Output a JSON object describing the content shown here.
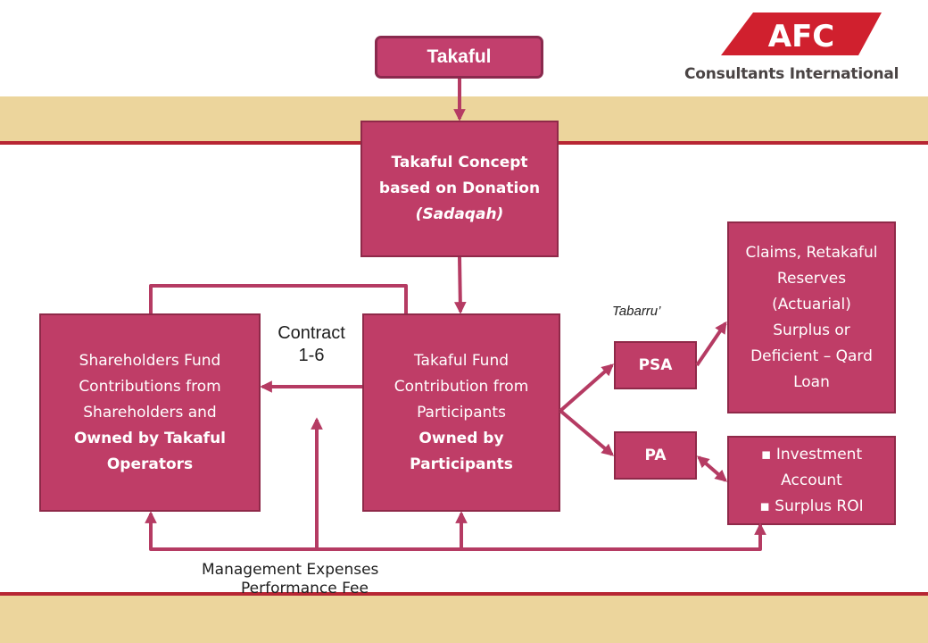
{
  "logo": {
    "badge_text": "AFC",
    "company_name": "Consultants International"
  },
  "title": "Takaful",
  "concept_box": {
    "line1": "Takaful Concept",
    "line2": "based on Donation",
    "line3": "(Sadaqah)"
  },
  "shareholders_box": {
    "line1": "Shareholders Fund",
    "line2": "Contributions from",
    "line3": "Shareholders and",
    "line4": "Owned by Takaful",
    "line5": "Operators"
  },
  "fund_box": {
    "line1": "Takaful Fund",
    "line2": "Contribution from",
    "line3": "Participants",
    "line4": "Owned by",
    "line5": "Participants"
  },
  "psa_box": {
    "label": "PSA"
  },
  "pa_box": {
    "label": "PA"
  },
  "claims_box": {
    "line1": "Claims, Retakaful",
    "line2": "Reserves",
    "line3": "(Actuarial)",
    "line4": "Surplus or",
    "line5": "Deficient – Qard",
    "line6": "Loan"
  },
  "investment_box": {
    "line1": "▪ Investment",
    "line2": "Account",
    "line3": "▪ Surplus ROI"
  },
  "contract_label": {
    "line1": "Contract",
    "line2": "1-6"
  },
  "tabarru_label": "Tabarru’",
  "bottom_labels": {
    "management": "Management Expenses",
    "performance": "Performance Fee"
  },
  "colors": {
    "box_fill": "#bf3d67",
    "arrow": "#b53b63",
    "band": "#ecd59c",
    "rule": "#b72633",
    "logo_red": "#d0202e"
  }
}
